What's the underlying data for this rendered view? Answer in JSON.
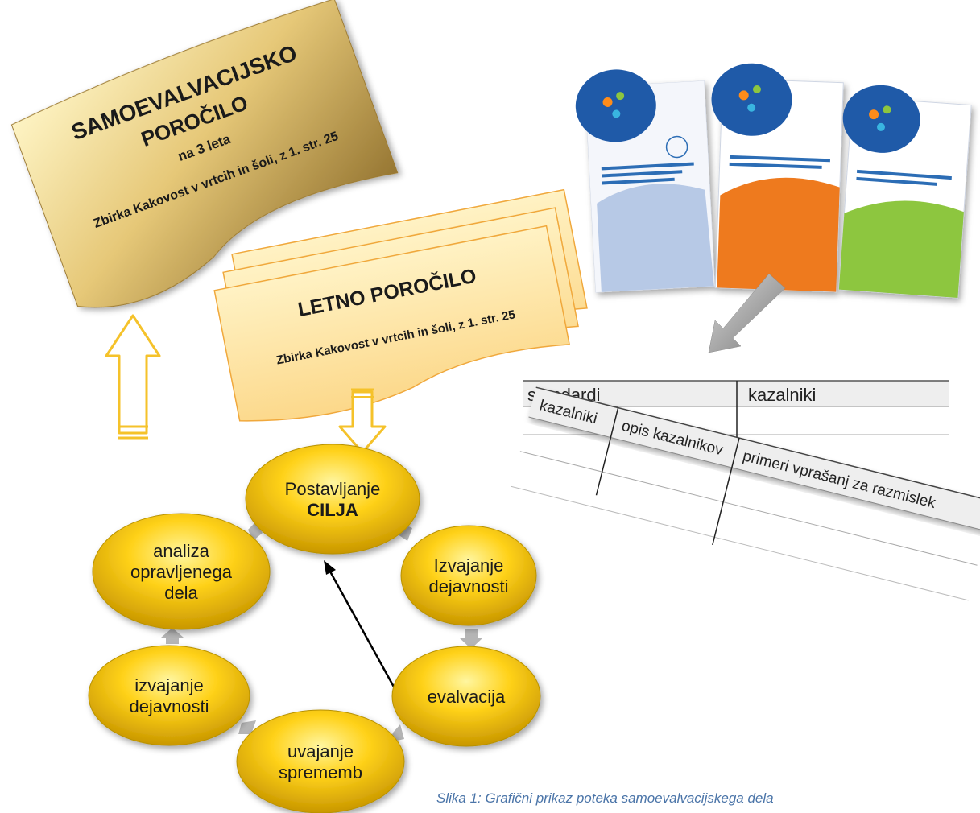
{
  "self_report": {
    "title_line1": "SAMOEVALVACIJSKO",
    "title_line2": "POROČILO",
    "subtitle": "na 3 leta",
    "source": "Zbirka Kakovost v vrtcih in šoli, z 1. str. 25"
  },
  "annual_report": {
    "title": "LETNO POROČILO",
    "source": "Zbirka Kakovost v vrtcih in šoli, z 1. str. 25"
  },
  "books": [
    {
      "cover": "#b7c9e6",
      "brand": "#1f5aa8"
    },
    {
      "cover": "#ee7a1e",
      "brand": "#1f5aa8"
    },
    {
      "cover": "#8dc63f",
      "brand": "#1f5aa8"
    }
  ],
  "table_top": {
    "headers": [
      "standardi",
      "kazalniki"
    ]
  },
  "table_bottom": {
    "headers": [
      "kazalniki",
      "opis kazalnikov",
      "primeri vprašanj za razmislek"
    ]
  },
  "cycle": [
    {
      "lines": [
        "Postavljanje",
        "CILJA"
      ],
      "bold_last": true
    },
    {
      "lines": [
        "Izvajanje",
        "dejavnosti"
      ]
    },
    {
      "lines": [
        "evalvacija"
      ]
    },
    {
      "lines": [
        "uvajanje",
        "sprememb"
      ]
    },
    {
      "lines": [
        "izvajanje",
        "dejavnosti"
      ]
    },
    {
      "lines": [
        "analiza",
        "opravljenega",
        "dela"
      ]
    }
  ],
  "colors": {
    "gold_light": "#fbf0b0",
    "gold_mid": "#e0c070",
    "gold_dark": "#8a6a28",
    "paper": "#fde3a4",
    "paper_edge": "#f0a83c",
    "ellipse_fill": "#ffcc1a",
    "ellipse_edge": "#b89200",
    "outline_arrow": "#f5c22a",
    "caption": "#4a74a8"
  },
  "caption": "Slika 1: Grafični prikaz poteka  samoevalvacijskega dela"
}
